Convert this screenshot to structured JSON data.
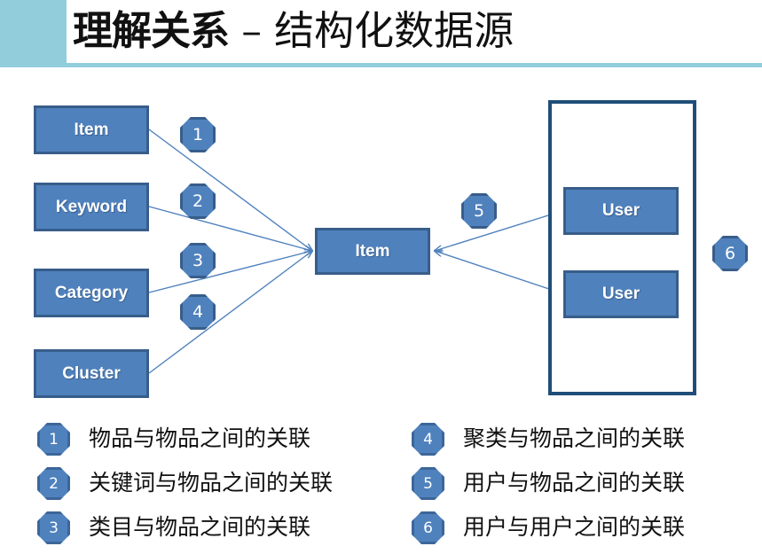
{
  "title": {
    "main": "理解关系",
    "separator": " – ",
    "sub": "结构化数据源"
  },
  "colors": {
    "accent_band": "#92CDDC",
    "node_fill": "#4F81BD",
    "node_border": "#385D8A",
    "group_border": "#1F4E79",
    "connector": "#4F81BD",
    "node_text": "#FFFFFF",
    "body_text": "#111111"
  },
  "diagram": {
    "source_nodes": [
      {
        "label": "Item"
      },
      {
        "label": "Keyword"
      },
      {
        "label": "Category"
      },
      {
        "label": "Cluster"
      }
    ],
    "center_node": {
      "label": "Item"
    },
    "user_nodes": [
      {
        "label": "User"
      },
      {
        "label": "User"
      }
    ],
    "badges": [
      {
        "number": "1"
      },
      {
        "number": "2"
      },
      {
        "number": "3"
      },
      {
        "number": "4"
      },
      {
        "number": "5"
      },
      {
        "number": "6"
      }
    ]
  },
  "legend": {
    "left": [
      {
        "number": "1",
        "text": "物品与物品之间的关联"
      },
      {
        "number": "2",
        "text": "关键词与物品之间的关联"
      },
      {
        "number": "3",
        "text": "类目与物品之间的关联"
      }
    ],
    "right": [
      {
        "number": "4",
        "text": "聚类与物品之间的关联"
      },
      {
        "number": "5",
        "text": "用户与物品之间的关联"
      },
      {
        "number": "6",
        "text": "用户与用户之间的关联"
      }
    ]
  }
}
